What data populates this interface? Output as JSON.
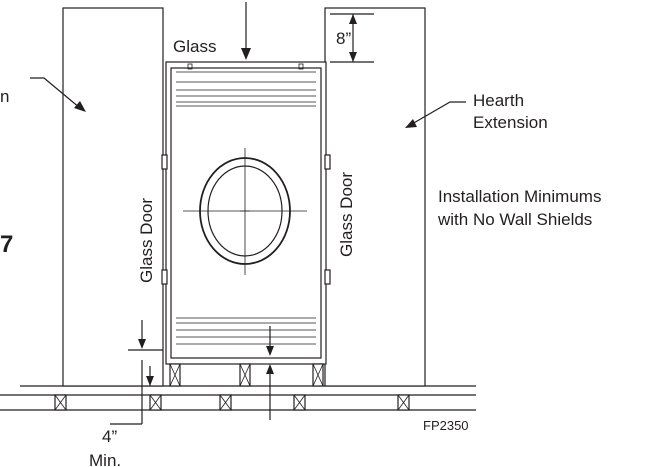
{
  "labels": {
    "glass_top": "Glass",
    "clearance_top": "8”",
    "hearth_extension_line1": "Hearth",
    "hearth_extension_line2": "Extension",
    "glass_door_left": "Glass Door",
    "glass_door_right": "Glass Door",
    "note_line1": "Installation Minimums",
    "note_line2": "with No Wall Shields",
    "clearance_bottom": "4”",
    "clearance_bottom_unit": "Min.",
    "left_partial": "n",
    "figure_partial": "7",
    "figure_code": "FP2350"
  },
  "colors": {
    "line": "#231f20",
    "background": "#ffffff"
  }
}
